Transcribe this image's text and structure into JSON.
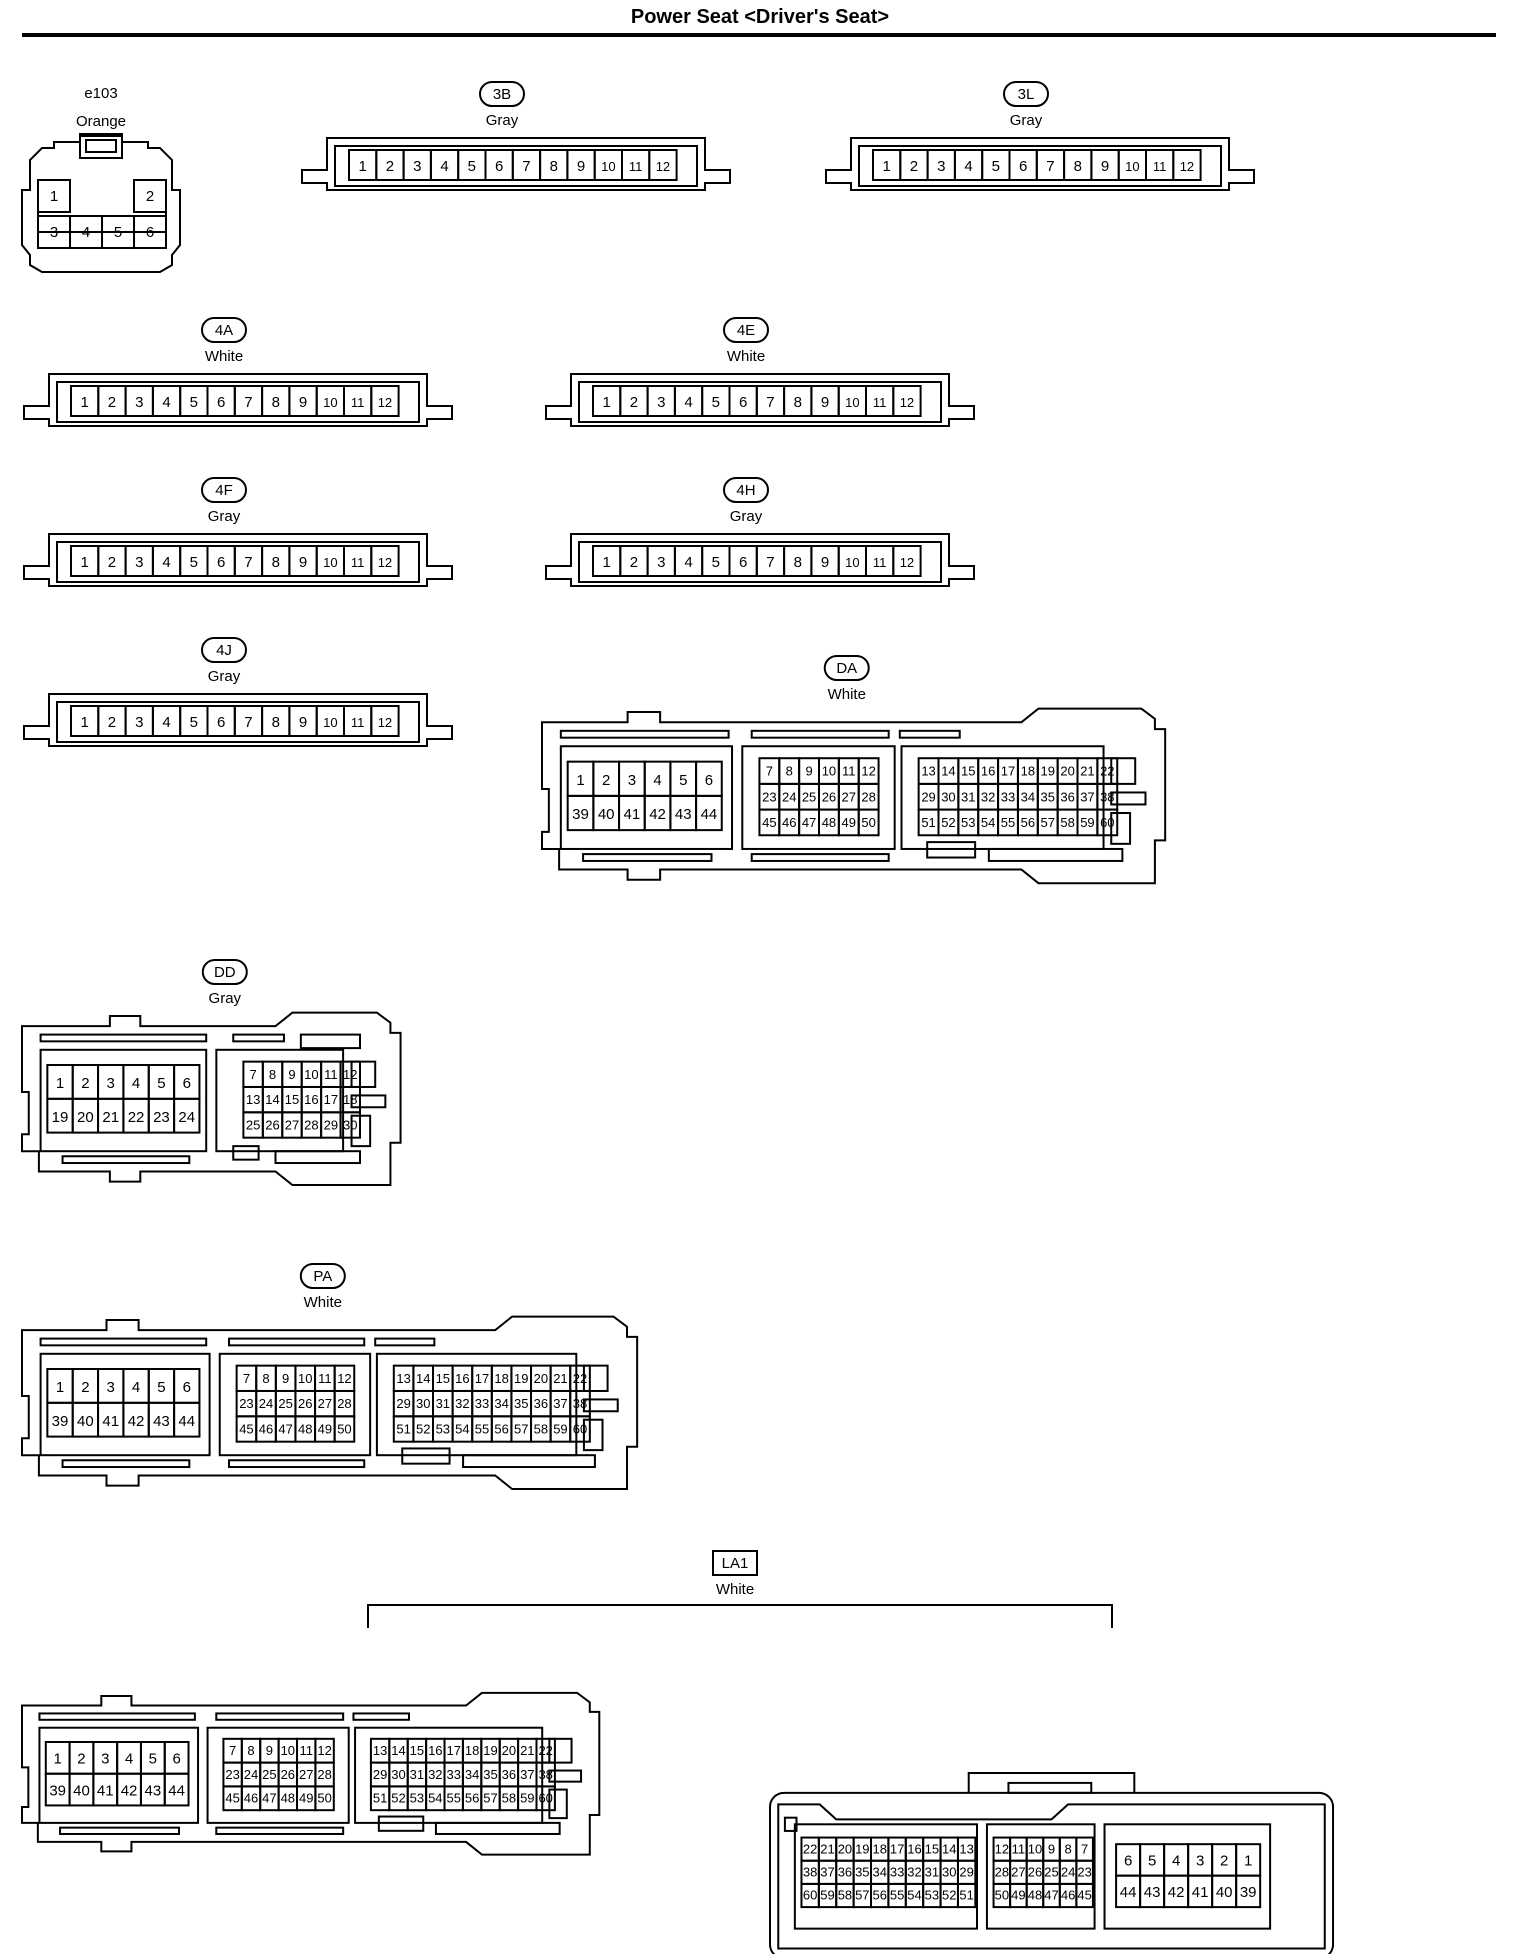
{
  "page": {
    "title": "Power Seat <Driver's Seat>"
  },
  "connectors": {
    "e103": {
      "code": "e103",
      "color": "Orange",
      "pins_top": [
        "1",
        "2"
      ],
      "pins_bottom": [
        "3",
        "4",
        "5",
        "6"
      ]
    },
    "c3B": {
      "code": "3B",
      "color": "Gray"
    },
    "c3L": {
      "code": "3L",
      "color": "Gray"
    },
    "c4A": {
      "code": "4A",
      "color": "White"
    },
    "c4E": {
      "code": "4E",
      "color": "White"
    },
    "c4F": {
      "code": "4F",
      "color": "Gray"
    },
    "c4H": {
      "code": "4H",
      "color": "Gray"
    },
    "c4J": {
      "code": "4J",
      "color": "Gray"
    },
    "DA": {
      "code": "DA",
      "color": "White"
    },
    "DD": {
      "code": "DD",
      "color": "Gray"
    },
    "PA": {
      "code": "PA",
      "color": "White"
    },
    "LA1": {
      "code": "LA1",
      "color": "White"
    }
  },
  "pinsets": {
    "twelve": [
      "1",
      "2",
      "3",
      "4",
      "5",
      "6",
      "7",
      "8",
      "9",
      "10",
      "11",
      "12"
    ],
    "g60_left": [
      [
        "1",
        "2",
        "3",
        "4",
        "5",
        "6"
      ],
      [
        "39",
        "40",
        "41",
        "42",
        "43",
        "44"
      ]
    ],
    "g60_mid": [
      [
        "7",
        "8",
        "9",
        "10",
        "11",
        "12"
      ],
      [
        "23",
        "24",
        "25",
        "26",
        "27",
        "28"
      ],
      [
        "45",
        "46",
        "47",
        "48",
        "49",
        "50"
      ]
    ],
    "g60_right": [
      [
        "13",
        "14",
        "15",
        "16",
        "17",
        "18",
        "19",
        "20",
        "21",
        "22"
      ],
      [
        "29",
        "30",
        "31",
        "32",
        "33",
        "34",
        "35",
        "36",
        "37",
        "38"
      ],
      [
        "51",
        "52",
        "53",
        "54",
        "55",
        "56",
        "57",
        "58",
        "59",
        "60"
      ]
    ],
    "dd_left": [
      [
        "1",
        "2",
        "3",
        "4",
        "5",
        "6"
      ],
      [
        "19",
        "20",
        "21",
        "22",
        "23",
        "24"
      ]
    ],
    "dd_mid": [
      [
        "7",
        "8",
        "9",
        "10",
        "11",
        "12"
      ],
      [
        "13",
        "14",
        "15",
        "16",
        "17",
        "18"
      ],
      [
        "25",
        "26",
        "27",
        "28",
        "29",
        "30"
      ]
    ],
    "la1b_a": [
      [
        "22",
        "21",
        "20",
        "19",
        "18",
        "17",
        "16",
        "15",
        "14",
        "13"
      ],
      [
        "38",
        "37",
        "36",
        "35",
        "34",
        "33",
        "32",
        "31",
        "30",
        "29"
      ],
      [
        "60",
        "59",
        "58",
        "57",
        "56",
        "55",
        "54",
        "53",
        "52",
        "51"
      ]
    ],
    "la1b_b": [
      [
        "12",
        "11",
        "10",
        "9",
        "8",
        "7"
      ],
      [
        "28",
        "27",
        "26",
        "25",
        "24",
        "23"
      ],
      [
        "50",
        "49",
        "48",
        "47",
        "46",
        "45"
      ]
    ],
    "la1b_c": [
      [
        "6",
        "5",
        "4",
        "3",
        "2",
        "1"
      ],
      [
        "44",
        "43",
        "42",
        "41",
        "40",
        "39"
      ]
    ]
  }
}
